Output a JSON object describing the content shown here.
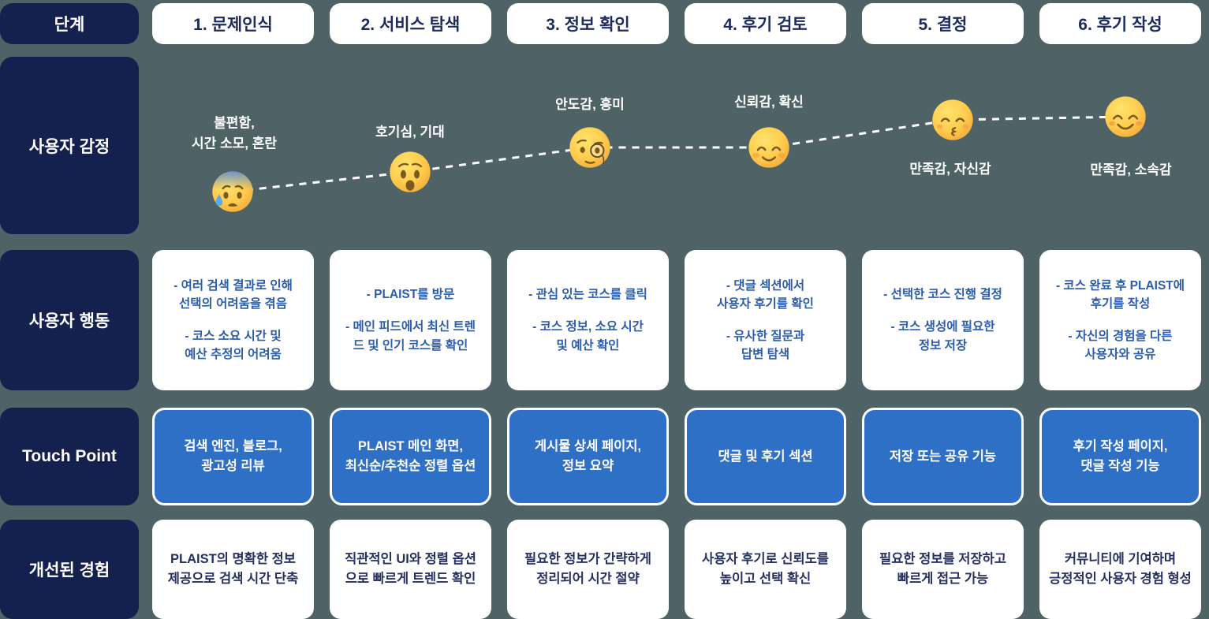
{
  "palette": {
    "background": "#4F6367",
    "navy": "#14204E",
    "card_white": "#FFFFFF",
    "touch_blue": "#2F70C7",
    "action_text_blue": "#2B5DAB",
    "improved_text_navy": "#253061",
    "header_text_navy": "#1B2B5C",
    "emotion_line": "#FFFFFF",
    "emoji_yellow": "#FFCC4D"
  },
  "row_labels": {
    "stage": "단계",
    "emotion": "사용자 감정",
    "action": "사용자 행동",
    "touchpoint": "Touch Point",
    "improved": "개선된 경험"
  },
  "emotion_icons": {
    "anxious-sweat": "😰",
    "astonished": "😲",
    "monocle": "🧐",
    "relieved-smile": "☺️",
    "kissing": "😚",
    "smiling-blush": "😊"
  },
  "stages": [
    {
      "label": "1. 문제인식",
      "emotion": {
        "text": "불편함,\n시간 소모, 혼란",
        "icon": "anxious-sweat"
      },
      "actions": [
        "- 여러 검색 결과로 인해\n선택의 어려움을 겪음",
        "- 코스 소요 시간 및\n예산 추정의 어려움"
      ],
      "touchpoint": "검색 엔진, 블로그,\n광고성 리뷰",
      "improved": "PLAIST의 명확한 정보\n제공으로 검색 시간 단축"
    },
    {
      "label": "2. 서비스 탐색",
      "emotion": {
        "text": "호기심, 기대",
        "icon": "astonished"
      },
      "actions": [
        "- PLAIST를 방문",
        "- 메인 피드에서 최신 트렌\n드 및 인기 코스를 확인"
      ],
      "touchpoint": "PLAIST 메인 화면,\n최신순/추천순 정렬 옵션",
      "improved": "직관적인 UI와 정렬 옵션\n으로 빠르게 트렌드 확인"
    },
    {
      "label": "3. 정보 확인",
      "emotion": {
        "text": "안도감, 흥미",
        "icon": "monocle"
      },
      "actions": [
        "- 관심 있는 코스를 클릭",
        "- 코스 정보, 소요 시간\n및 예산 확인"
      ],
      "touchpoint": "게시물 상세 페이지,\n정보 요약",
      "improved": "필요한 정보가 간략하게\n정리되어 시간 절약"
    },
    {
      "label": "4. 후기 검토",
      "emotion": {
        "text": "신뢰감, 확신",
        "icon": "relieved-smile"
      },
      "actions": [
        "- 댓글 섹션에서\n사용자 후기를 확인",
        "- 유사한 질문과\n답변 탐색"
      ],
      "touchpoint": "댓글 및 후기 섹션",
      "improved": "사용자 후기로 신뢰도를\n높이고 선택 확신"
    },
    {
      "label": "5. 결정",
      "emotion": {
        "text": "만족감, 자신감",
        "icon": "kissing"
      },
      "actions": [
        "- 선택한 코스 진행 결정",
        "- 코스 생성에 필요한\n정보 저장"
      ],
      "touchpoint": "저장 또는 공유 기능",
      "improved": "필요한 정보를 저장하고\n빠르게 접근 가능"
    },
    {
      "label": "6. 후기 작성",
      "emotion": {
        "text": "만족감, 소속감",
        "icon": "smiling-blush"
      },
      "actions": [
        "- 코스 완료 후 PLAIST에\n후기를 작성",
        "- 자신의 경험을 다른\n사용자와 공유"
      ],
      "touchpoint": "후기 작성 페이지,\n댓글 작성 기능",
      "improved": "커뮤니티에 기여하며\n긍정적인 사용자 경험 형성"
    }
  ]
}
